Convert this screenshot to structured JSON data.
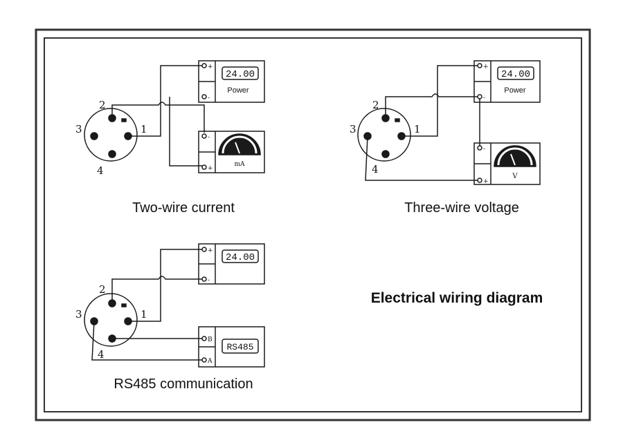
{
  "title": "Electrical wiring diagram",
  "colors": {
    "line": "#1a1a1a",
    "background": "#ffffff",
    "frame": "#333333"
  },
  "connector": {
    "pins": [
      "1",
      "2",
      "3",
      "4"
    ]
  },
  "panels": [
    {
      "caption": "Two-wire current",
      "power_supply": {
        "display": "24.00",
        "label": "Power",
        "terminals": [
          "+",
          "-"
        ]
      },
      "meter": {
        "unit": "mA",
        "terminals": [
          "-",
          "+"
        ]
      }
    },
    {
      "caption": "Three-wire voltage",
      "power_supply": {
        "display": "24.00",
        "label": "Power",
        "terminals": [
          "+",
          "-"
        ]
      },
      "meter": {
        "unit": "V",
        "terminals": [
          "-",
          "+"
        ]
      }
    },
    {
      "caption": "RS485 communication",
      "power_supply": {
        "display": "24.00",
        "label": "",
        "terminals": [
          "+",
          "-"
        ]
      },
      "rs485": {
        "display": "RS485",
        "terminals": [
          "B",
          "A"
        ]
      }
    }
  ]
}
